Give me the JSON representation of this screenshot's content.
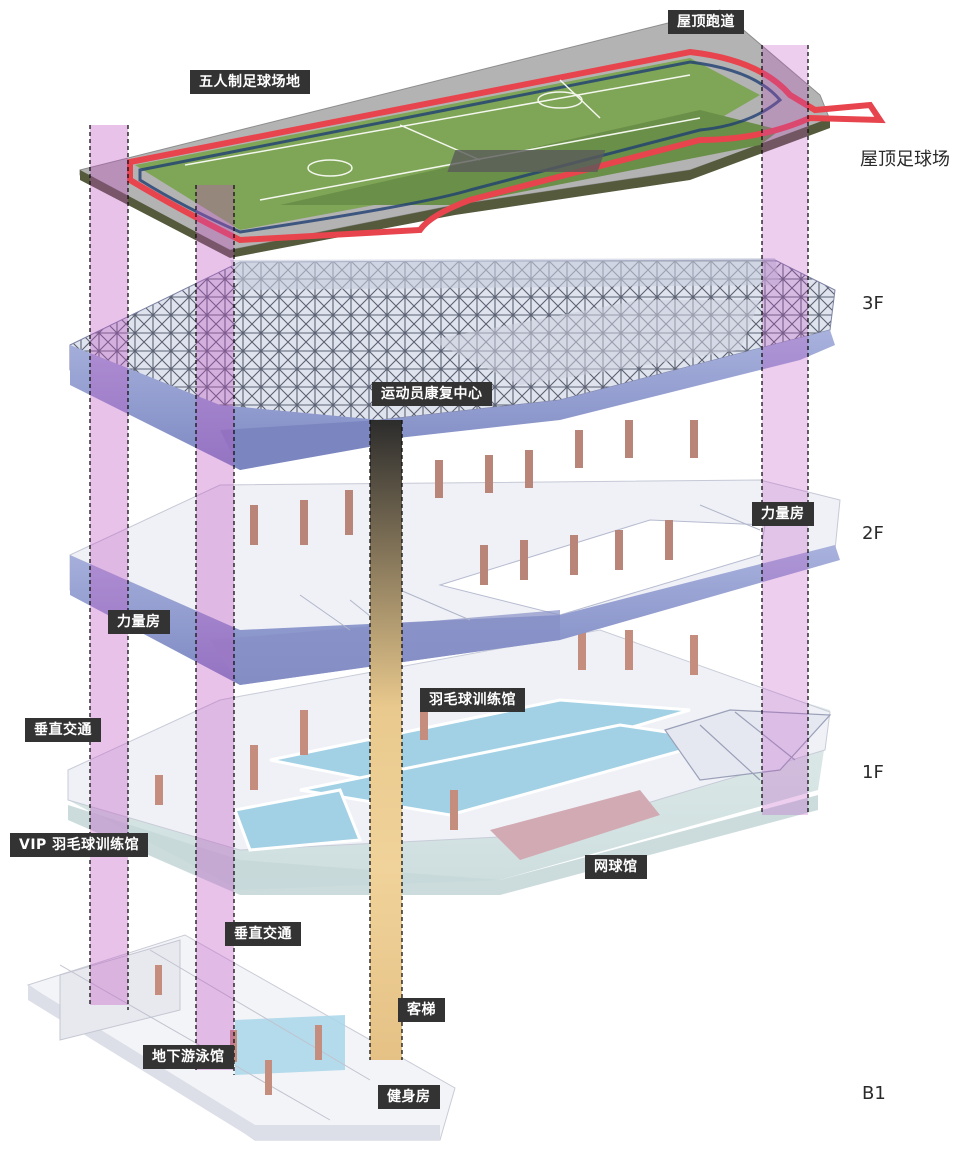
{
  "floors": [
    {
      "label": "屋顶足球场"
    },
    {
      "label": "3F"
    },
    {
      "label": "2F"
    },
    {
      "label": "1F"
    },
    {
      "label": "B1"
    }
  ],
  "callouts": {
    "roof_track": "屋顶跑道",
    "five_a_side": "五人制足球场地",
    "rehab_center": "运动员康复中心",
    "weight_room_2f_right": "力量房",
    "weight_room_2f_left": "力量房",
    "vertical_circulation_left": "垂直交通",
    "badminton_hall": "羽毛球训练馆",
    "vip_badminton": "VIP 羽毛球训练馆",
    "tennis_hall": "网球馆",
    "vertical_circulation_center": "垂直交通",
    "passenger_elevator": "客梯",
    "underground_pool": "地下游泳馆",
    "gym": "健身房"
  },
  "colors": {
    "slab_edge": "#8f9bd0",
    "slab_top": "#eef0f7",
    "core": "#c04fc4",
    "elevator": "#e8c68a",
    "turf": "#7fa557",
    "track": "#e8444d",
    "court": "#9fd1e6",
    "column": "#b98578",
    "tag_bg": "#333333"
  }
}
